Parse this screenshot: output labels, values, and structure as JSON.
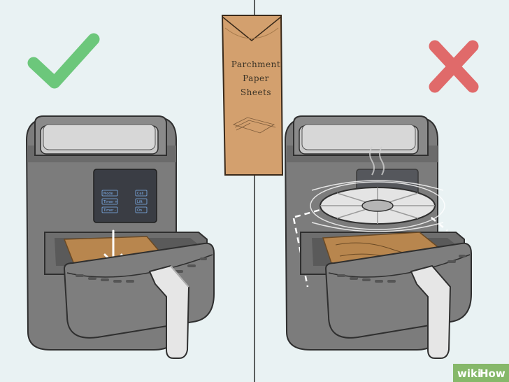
{
  "package": {
    "line1": "Parchment",
    "line2": "Paper",
    "line3": "Sheets"
  },
  "left_fryer": {
    "panel": {
      "left_buttons": [
        "Mode",
        "Timer +",
        "Timer -"
      ],
      "right_buttons": [
        "Cell",
        "Lift",
        "On"
      ]
    }
  },
  "logo": {
    "prefix": "wiki",
    "suffix": "How"
  },
  "icons": {
    "correct": "check-icon",
    "wrong": "cross-icon"
  },
  "colors": {
    "background": "#e9f2f3",
    "check": "#6cc77b",
    "cross": "#e06a6a",
    "fryer_body": "#7a7a7a",
    "parchment": "#b8864e",
    "logo": "#86b86a"
  }
}
